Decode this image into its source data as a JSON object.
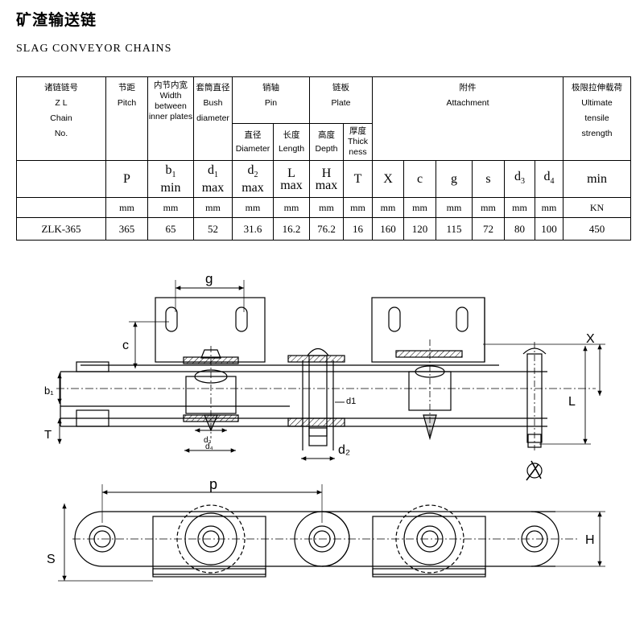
{
  "title_cn": "矿渣输送链",
  "title_en": "SLAG CONVEYOR CHAINS",
  "table": {
    "chain_no": [
      "诸链链号",
      "Z L",
      "Chain",
      "No."
    ],
    "pitch": [
      "节距",
      "Pitch"
    ],
    "width": [
      "内节内宽",
      "Width",
      "between",
      "inner plates"
    ],
    "bush": [
      "套筒直径",
      "Bush",
      "diameter"
    ],
    "pin": [
      "销轴",
      "Pin"
    ],
    "plate": [
      "链板",
      "Plate"
    ],
    "attachment": [
      "附件",
      "Attachment"
    ],
    "strength": [
      "极限拉伸载荷",
      "Ultimate",
      "tensile",
      "strength"
    ],
    "pin_dia": [
      "直径",
      "Diameter"
    ],
    "pin_len": [
      "长度",
      "Length"
    ],
    "depth": [
      "高度",
      "Depth"
    ],
    "thick": [
      "厚度",
      "Thick",
      "ness"
    ],
    "symbols": {
      "P": "P",
      "b1_base": "b",
      "b1_sub": "1",
      "b1_max": "min",
      "d1_base": "d",
      "d1_sub": "1",
      "d1_max": "max",
      "d2_base": "d",
      "d2_sub": "2",
      "d2_max": "max",
      "L": "L",
      "L_max": "max",
      "H": "H",
      "H_max": "max",
      "T": "T",
      "X": "X",
      "c": "c",
      "g": "g",
      "s": "s",
      "d3_base": "d",
      "d3_sub": "3",
      "d4_base": "d",
      "d4_sub": "4",
      "min": "min"
    },
    "units": [
      "mm",
      "mm",
      "mm",
      "mm",
      "mm",
      "mm",
      "mm",
      "mm",
      "mm",
      "mm",
      "mm",
      "mm",
      "mm",
      "KN"
    ],
    "row": [
      "ZLK-365",
      "365",
      "65",
      "52",
      "31.6",
      "16.2",
      "76.2",
      "16",
      "160",
      "120",
      "115",
      "72",
      "80",
      "100",
      "450"
    ]
  },
  "drawing_labels": {
    "g": "g",
    "c": "c",
    "b1": "b₁",
    "T": "T",
    "d3": "d₃",
    "d4": "d₄",
    "d1": "d1",
    "d2": "d₂",
    "X": "X",
    "L": "L",
    "p": "p",
    "S": "S",
    "H": "H"
  }
}
